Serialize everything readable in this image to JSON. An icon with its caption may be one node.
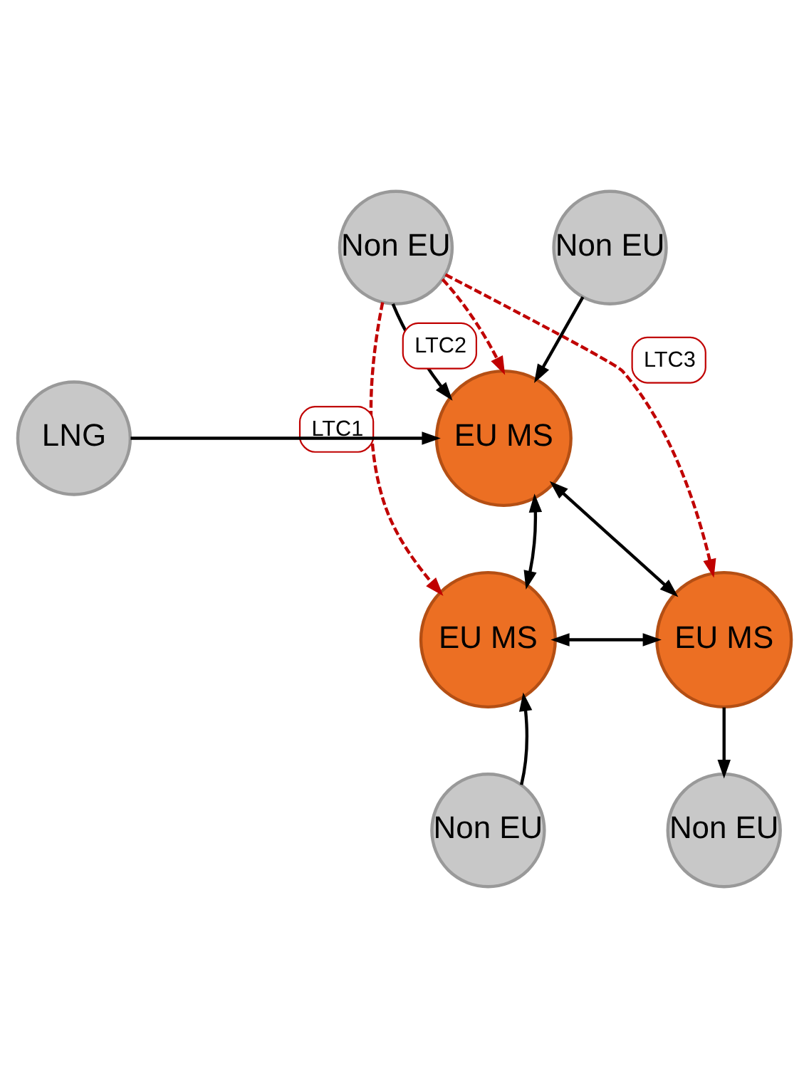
{
  "diagram": {
    "nodes": [
      {
        "text": [
          "Non EU"
        ]
      },
      {
        "text": [
          "Non EU"
        ]
      },
      {
        "text": [
          "LNG"
        ]
      },
      {
        "text": [
          "EU MS"
        ]
      },
      {
        "text": [
          "EU MS"
        ]
      },
      {
        "text": [
          "EU MS"
        ]
      },
      {
        "text": [
          "Non EU"
        ]
      },
      {
        "text": [
          "Non EU"
        ]
      }
    ],
    "edges": [
      {
        "from": 0,
        "to": 3,
        "arrow": "to"
      },
      {
        "from": 1,
        "to": 3,
        "arrow": "to"
      },
      {
        "from": 2,
        "to": 3,
        "arrow": "to"
      },
      {
        "from": 3,
        "to": 4,
        "arrow": "both"
      },
      {
        "from": 3,
        "to": 5,
        "arrow": "both"
      },
      {
        "from": 4,
        "to": 5,
        "arrow": "both"
      },
      {
        "from": 6,
        "to": 4,
        "arrow": "to"
      },
      {
        "from": 5,
        "to": 7,
        "arrow": "to"
      },
      {
        "from": 0,
        "to": 4,
        "arrow": "to",
        "label": "LTC1",
        "style": "dashed",
        "color": "#c00000"
      },
      {
        "from": 0,
        "to": 3,
        "arrow": "to",
        "label": "LTC2",
        "style": "dashed",
        "color": "#c00000"
      },
      {
        "from": 0,
        "to": 5,
        "arrow": "to",
        "label": "LTC3",
        "style": "dashed",
        "color": "#c00000"
      }
    ]
  }
}
